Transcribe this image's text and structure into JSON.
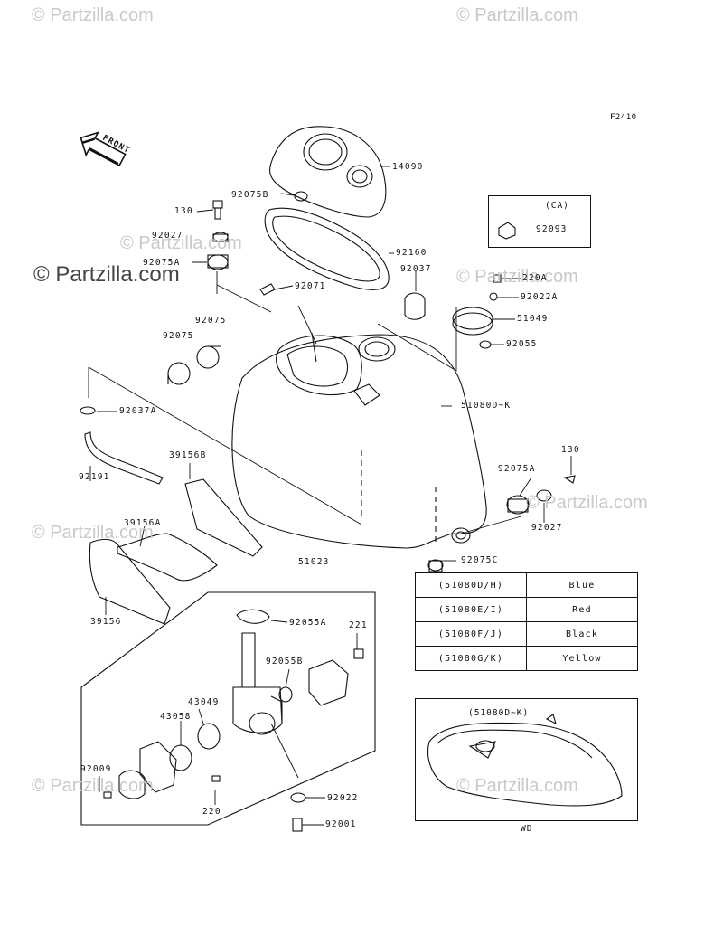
{
  "figure_code": "F2410",
  "watermarks": {
    "brand_large": "© Partzilla.com",
    "brand_small": "© Partzilla.com"
  },
  "front_label": "FRONT",
  "callouts": {
    "p14090": "14090",
    "p92075B": "92075B",
    "p130_top": "130",
    "p92027_top": "92027",
    "p92075A_top": "92075A",
    "p92160": "92160",
    "p92037": "92037",
    "p92071": "92071",
    "p220A": "220A",
    "p92022A": "92022A",
    "p51049": "51049",
    "p92055": "92055",
    "p92075_left": "92075",
    "p92075_right": "92075",
    "p92037A": "92037A",
    "p51080DK": "51080D~K",
    "p92191": "92191",
    "p39156B": "39156B",
    "p130_right": "130",
    "p92075A_right": "92075A",
    "p92027_right": "92027",
    "p39156A": "39156A",
    "p92075C": "92075C",
    "p39156": "39156",
    "p51023": "51023",
    "p92055A": "92055A",
    "p221": "221",
    "p92055B": "92055B",
    "p43049": "43049",
    "p43058": "43058",
    "p92009": "92009",
    "p220": "220",
    "p92022": "92022",
    "p92001": "92001"
  },
  "ca_box": {
    "title": "(CA)",
    "part": "92093"
  },
  "color_table": [
    {
      "code": "(51080D/H)",
      "color": "Blue"
    },
    {
      "code": "(51080E/I)",
      "color": "Red"
    },
    {
      "code": "(51080F/J)",
      "color": "Black"
    },
    {
      "code": "(51080G/K)",
      "color": "Yellow"
    }
  ],
  "wd_box": {
    "code": "(51080D~K)",
    "caption": "WD"
  }
}
